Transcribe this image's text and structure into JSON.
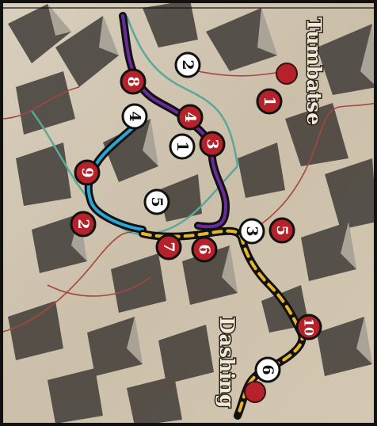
{
  "places": {
    "tumbatse": "Tumbatse",
    "dashing": "Dashing"
  },
  "markers": [
    {
      "id": "w2",
      "label": "2",
      "style": "white"
    },
    {
      "id": "r8",
      "label": "8",
      "style": "red"
    },
    {
      "id": "w4",
      "label": "4",
      "style": "white"
    },
    {
      "id": "r4",
      "label": "4",
      "style": "red"
    },
    {
      "id": "r3",
      "label": "3",
      "style": "red"
    },
    {
      "id": "w1",
      "label": "1",
      "style": "white"
    },
    {
      "id": "r1",
      "label": "1",
      "style": "red"
    },
    {
      "id": "r9",
      "label": "9",
      "style": "red"
    },
    {
      "id": "r2",
      "label": "2",
      "style": "red"
    },
    {
      "id": "w5",
      "label": "5",
      "style": "white"
    },
    {
      "id": "r7",
      "label": "7",
      "style": "red"
    },
    {
      "id": "r6",
      "label": "6",
      "style": "red"
    },
    {
      "id": "w3",
      "label": "3",
      "style": "white"
    },
    {
      "id": "r5",
      "label": "5",
      "style": "red"
    },
    {
      "id": "r10",
      "label": "10",
      "style": "red"
    },
    {
      "id": "w6",
      "label": "6",
      "style": "white"
    }
  ],
  "town_dots": [
    "Tumbatse",
    "Dashing"
  ],
  "routes": [
    {
      "name": "purple-route",
      "color": "#6a2c9a"
    },
    {
      "name": "blue-route",
      "color": "#2aa6d9"
    },
    {
      "name": "yellow-route",
      "color": "#e6b62a"
    },
    {
      "name": "teal-route",
      "color": "#3fa89a"
    }
  ],
  "colors": {
    "marker_red": "#b5222a",
    "marker_white": "#ffffff",
    "town_dot": "#b5222a",
    "route_edge": "#111111"
  }
}
